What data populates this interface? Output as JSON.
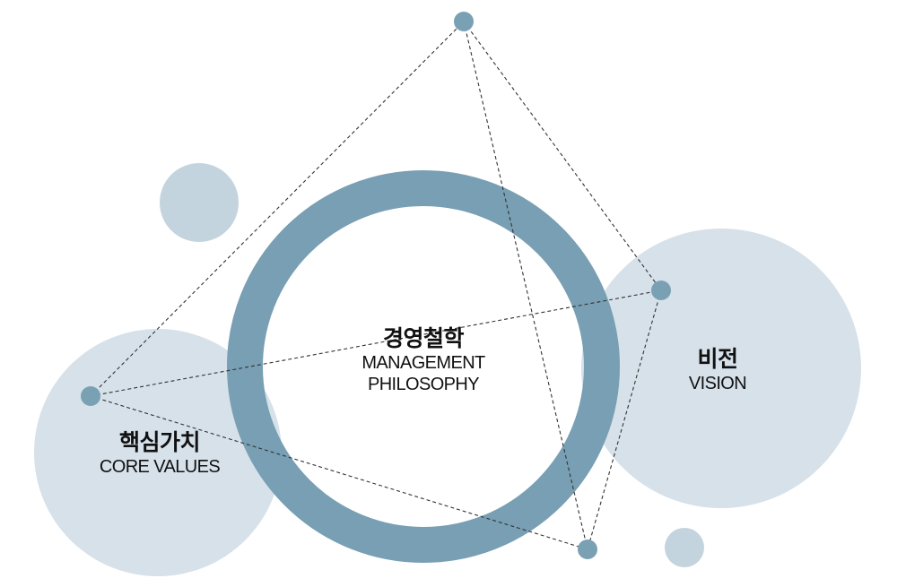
{
  "colors": {
    "pale_circle": "#d6e1ea",
    "small_circle": "#c3d4de",
    "ring": "#789fb3",
    "node": "#7aa0b4",
    "line": "#333333",
    "text": "#111111"
  },
  "labels": {
    "philosophy_ko": "경영철학",
    "philosophy_en_1": "MANAGEMENT",
    "philosophy_en_2": "PHILOSOPHY",
    "vision_ko": "비전",
    "vision_en": "VISION",
    "core_ko": "핵심가치",
    "core_en": "CORE VALUES"
  }
}
